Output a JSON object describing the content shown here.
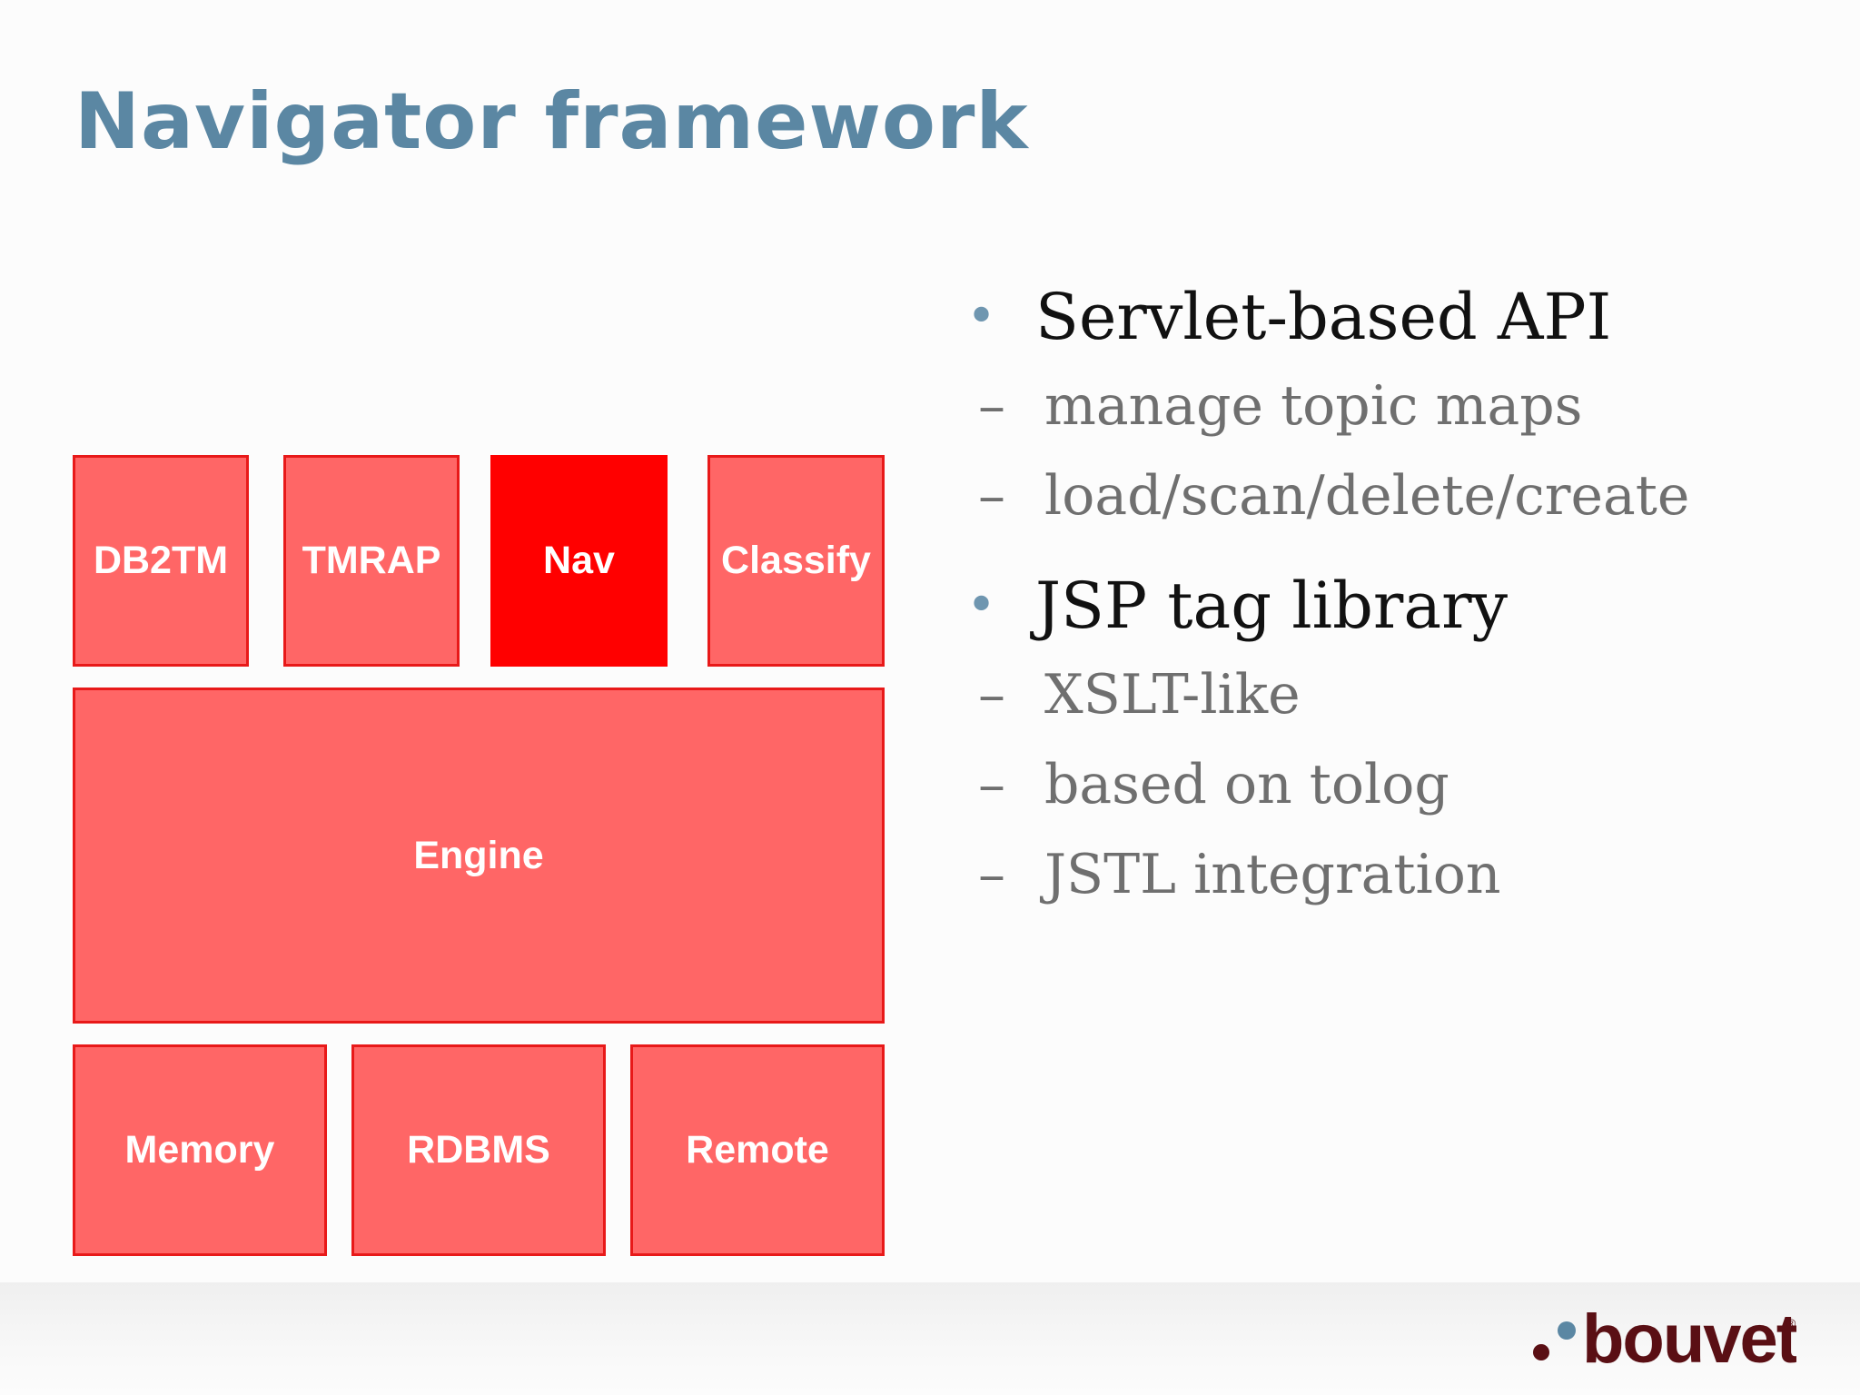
{
  "slide": {
    "title": "Navigator framework"
  },
  "diagram": {
    "top_row": [
      "DB2TM",
      "TMRAP",
      "Nav",
      "Classify"
    ],
    "middle": "Engine",
    "bottom_row": [
      "Memory",
      "RDBMS",
      "Remote"
    ],
    "highlighted": "Nav"
  },
  "bullets": [
    {
      "text": "Servlet-based API",
      "sub": [
        "manage topic maps",
        "load/scan/delete/create"
      ]
    },
    {
      "text": "JSP tag library",
      "sub": [
        "XSLT-like",
        "based on tolog",
        "JSTL integration"
      ]
    }
  ],
  "glyphs": {
    "bullet": "•",
    "dash": "–"
  },
  "logo": {
    "text": "bouvet",
    "icon": "bouvet-logo-dots-icon",
    "colors": {
      "text": "#5a0f14",
      "dot_small": "#5a0f14",
      "dot_large": "#5b87a3"
    }
  },
  "colors": {
    "title": "#5b87a3",
    "box_fill": "#ff6666",
    "box_border": "#e81919",
    "box_active": "#ff0000",
    "bullet_text": "#111111",
    "sub_text": "#6f6f6f"
  }
}
